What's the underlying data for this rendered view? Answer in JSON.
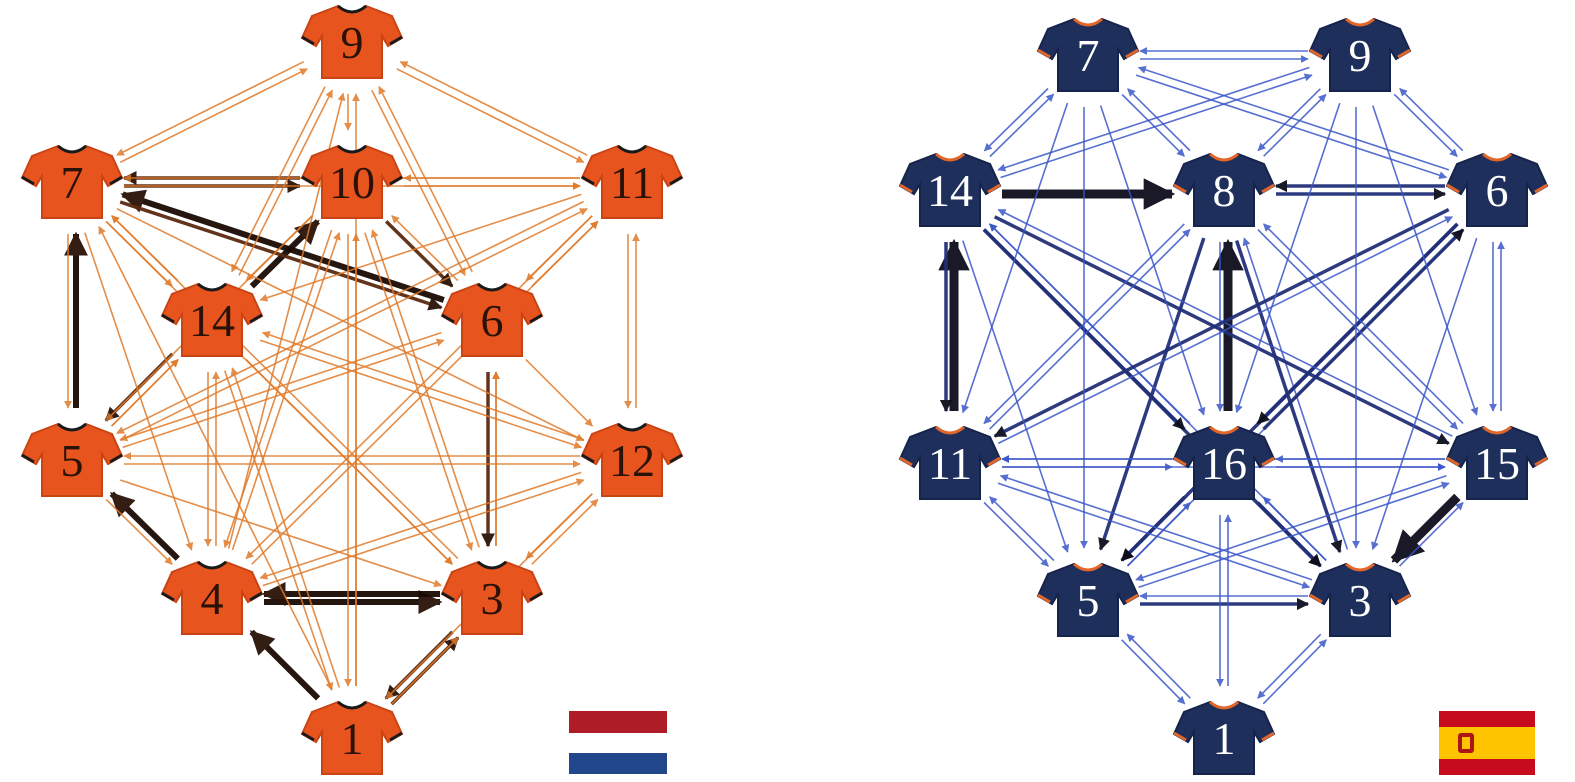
{
  "teams": [
    {
      "id": "netherlands",
      "flag": "netherlands-flag",
      "shirt_color": "#e8541e",
      "shirt_shade": "#c94414",
      "trim_color": "#1a1a1a",
      "arrow_light": "#e07a2a",
      "arrow_dark": "#1a0a04",
      "players": [
        {
          "number": "9"
        },
        {
          "number": "7"
        },
        {
          "number": "10"
        },
        {
          "number": "11"
        },
        {
          "number": "14"
        },
        {
          "number": "6"
        },
        {
          "number": "5"
        },
        {
          "number": "12"
        },
        {
          "number": "4"
        },
        {
          "number": "3"
        },
        {
          "number": "1"
        }
      ]
    },
    {
      "id": "spain",
      "flag": "spain-flag",
      "shirt_color": "#1e2f5c",
      "shirt_shade": "#16234a",
      "trim_color": "#e0662a",
      "arrow_light": "#3a56c8",
      "arrow_dark": "#0a0a14",
      "players": [
        {
          "number": "7"
        },
        {
          "number": "9"
        },
        {
          "number": "14"
        },
        {
          "number": "8"
        },
        {
          "number": "6"
        },
        {
          "number": "11"
        },
        {
          "number": "16"
        },
        {
          "number": "15"
        },
        {
          "number": "5"
        },
        {
          "number": "3"
        },
        {
          "number": "1"
        }
      ]
    }
  ],
  "flags": {
    "netherlands": {
      "stripes": [
        "#ae1c28",
        "#ffffff",
        "#21468b"
      ]
    },
    "spain": {
      "stripes": [
        "#c60b1e",
        "#ffc400",
        "#c60b1e"
      ]
    }
  }
}
